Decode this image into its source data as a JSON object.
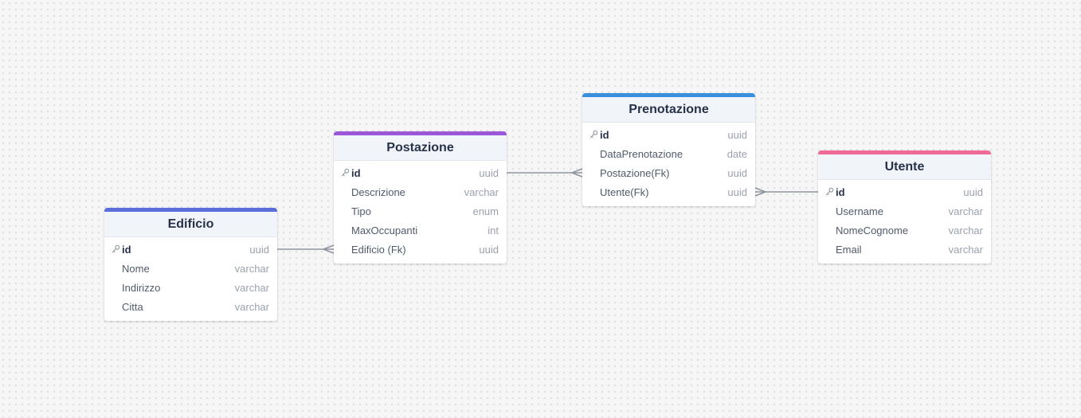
{
  "tables": {
    "edificio": {
      "title": "Edificio",
      "accent": "#5a6dd8",
      "fields": [
        {
          "name": "id",
          "type": "uuid",
          "pk": true
        },
        {
          "name": "Nome",
          "type": "varchar"
        },
        {
          "name": "Indirizzo",
          "type": "varchar"
        },
        {
          "name": "Citta",
          "type": "varchar"
        }
      ]
    },
    "postazione": {
      "title": "Postazione",
      "accent": "#9a57d8",
      "fields": [
        {
          "name": "id",
          "type": "uuid",
          "pk": true
        },
        {
          "name": "Descrizione",
          "type": "varchar"
        },
        {
          "name": "Tipo",
          "type": "enum"
        },
        {
          "name": "MaxOccupanti",
          "type": "int"
        },
        {
          "name": "Edificio (Fk)",
          "type": "uuid"
        }
      ]
    },
    "prenotazione": {
      "title": "Prenotazione",
      "accent": "#3a8fdc",
      "fields": [
        {
          "name": "id",
          "type": "uuid",
          "pk": true
        },
        {
          "name": "DataPrenotazione",
          "type": "date"
        },
        {
          "name": "Postazione(Fk)",
          "type": "uuid"
        },
        {
          "name": "Utente(Fk)",
          "type": "uuid"
        }
      ]
    },
    "utente": {
      "title": "Utente",
      "accent": "#ef6a96",
      "fields": [
        {
          "name": "id",
          "type": "uuid",
          "pk": true
        },
        {
          "name": "Username",
          "type": "varchar"
        },
        {
          "name": "NomeCognome",
          "type": "varchar"
        },
        {
          "name": "Email",
          "type": "varchar"
        }
      ]
    }
  },
  "relationships": [
    {
      "from_table": "edificio",
      "from_field": "id",
      "to_table": "postazione",
      "to_field": "Edificio (Fk)",
      "cardinality": "one-to-many"
    },
    {
      "from_table": "postazione",
      "from_field": "id",
      "to_table": "prenotazione",
      "to_field": "Postazione(Fk)",
      "cardinality": "one-to-many"
    },
    {
      "from_table": "utente",
      "from_field": "id",
      "to_table": "prenotazione",
      "to_field": "Utente(Fk)",
      "cardinality": "one-to-many"
    }
  ],
  "icons": {
    "primary_key": "key-icon",
    "many_end": "crow-foot-icon"
  },
  "colors": {
    "edge": "#8f959e",
    "header_bg": "#f1f4f8",
    "title": "#27324a",
    "field": "#505a6b",
    "type": "#9aa1ad"
  }
}
